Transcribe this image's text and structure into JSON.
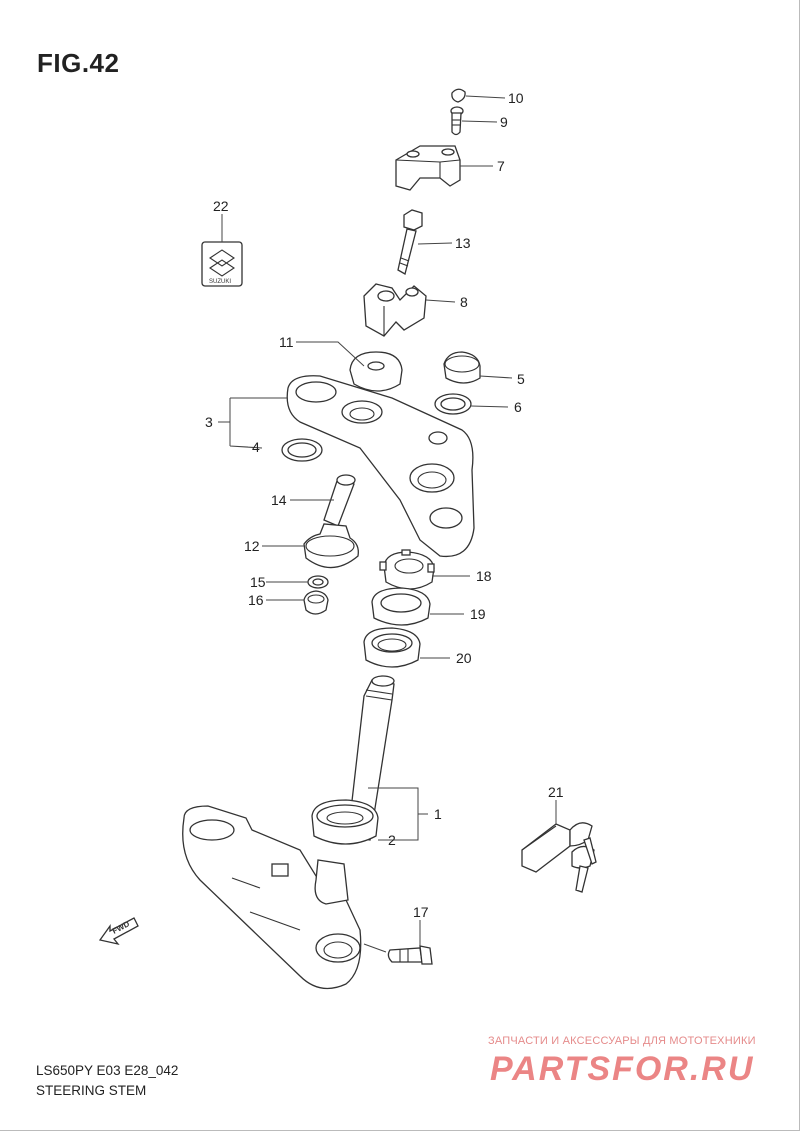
{
  "figure": {
    "title": "FIG.42",
    "model_code": "LS650PY E03 E28_042",
    "section_name": "STEERING STEM"
  },
  "callouts": [
    "1",
    "2",
    "3",
    "4",
    "5",
    "6",
    "7",
    "8",
    "9",
    "10",
    "11",
    "12",
    "13",
    "14",
    "15",
    "16",
    "17",
    "18",
    "19",
    "20",
    "21"
  ],
  "callout_22": "22",
  "emblem_text": "SUZUKI",
  "direction_label": "FWD",
  "watermark": {
    "tagline": "ЗАПЧАСТИ И АКСЕССУАРЫ ДЛЯ МОТОТЕХНИКИ",
    "logo": "PARTSFOR.RU"
  }
}
